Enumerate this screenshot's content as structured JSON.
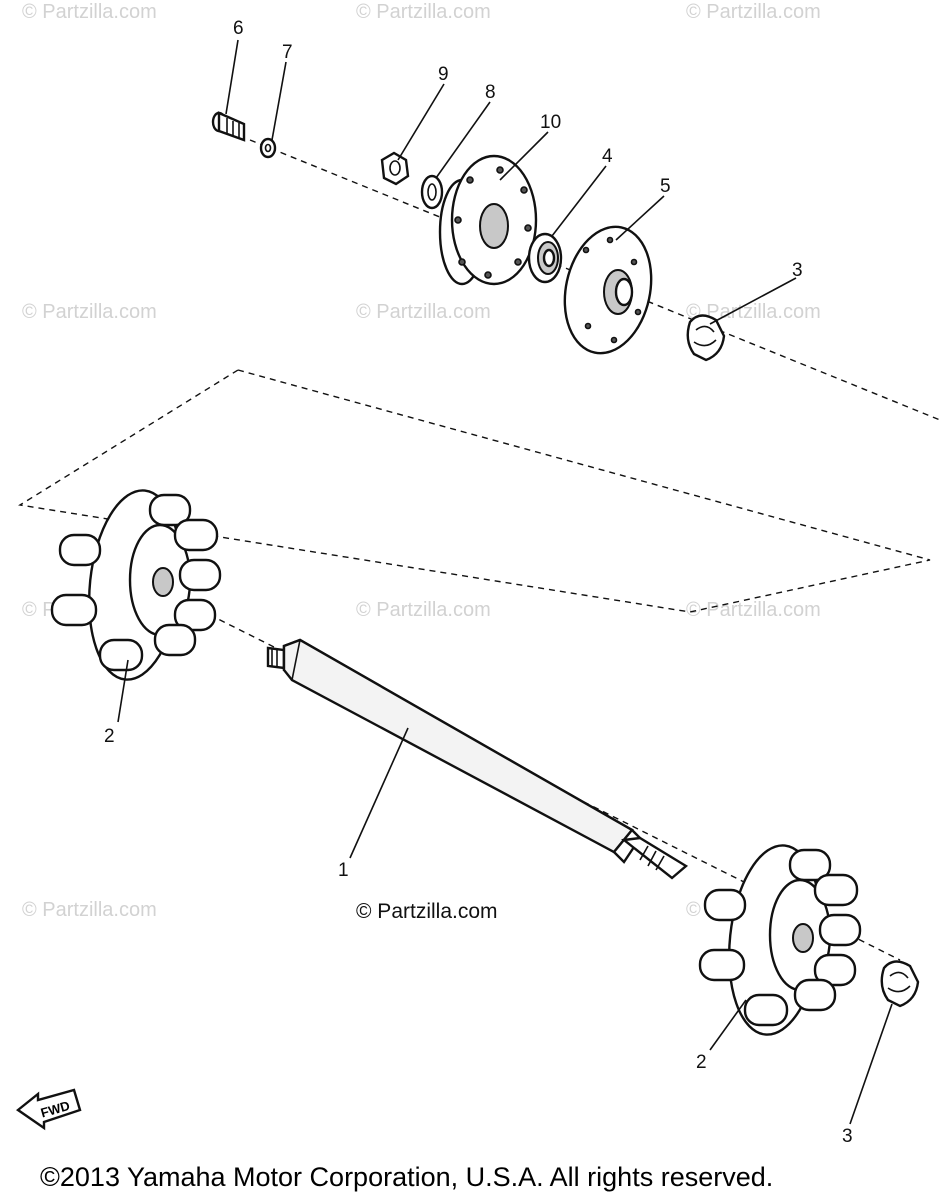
{
  "callouts": {
    "c1": "1",
    "c2a": "2",
    "c2b": "2",
    "c3a": "3",
    "c3b": "3",
    "c4": "4",
    "c5": "5",
    "c6": "6",
    "c7": "7",
    "c8": "8",
    "c9": "9",
    "c10": "10"
  },
  "watermark": {
    "text": "© Partzilla.com",
    "center_text": "© Partzilla.com"
  },
  "fwd_label": "FWD",
  "copyright": "©2013  Yamaha Motor Corporation, U.S.A. All rights reserved."
}
